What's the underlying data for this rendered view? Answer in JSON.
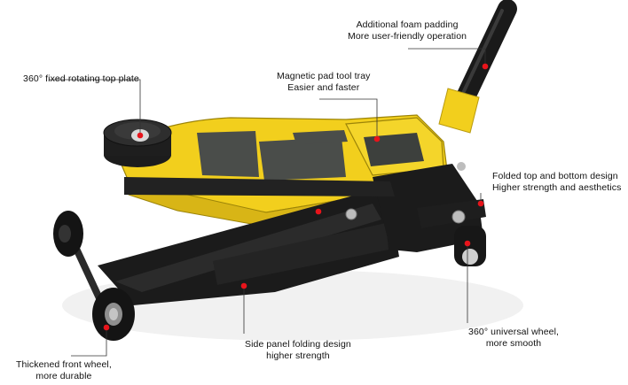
{
  "image": {
    "subject": "Yellow and black low-profile hydraulic floor jack",
    "background": "#ffffff",
    "colors": {
      "body_yellow": "#f2cf1d",
      "frame_black": "#1b1b1b",
      "marker_red": "#e8141b"
    }
  },
  "callouts": [
    {
      "id": "foam-padding",
      "lines": [
        "Additional foam padding",
        "More user-friendly operation"
      ]
    },
    {
      "id": "top-plate",
      "lines": [
        "360° fixed rotating top plate"
      ]
    },
    {
      "id": "tool-tray",
      "lines": [
        "Magnetic pad tool tray",
        "Easier and faster"
      ]
    },
    {
      "id": "folded-design",
      "lines": [
        "Folded top and bottom design",
        "Higher strength and aesthetics"
      ]
    },
    {
      "id": "universal-wheel",
      "lines": [
        "360° universal wheel,",
        "more smooth"
      ]
    },
    {
      "id": "side-panel",
      "lines": [
        "Side panel folding design",
        "higher strength"
      ]
    },
    {
      "id": "front-wheel",
      "lines": [
        "Thickened front wheel,",
        "more durable"
      ]
    }
  ]
}
